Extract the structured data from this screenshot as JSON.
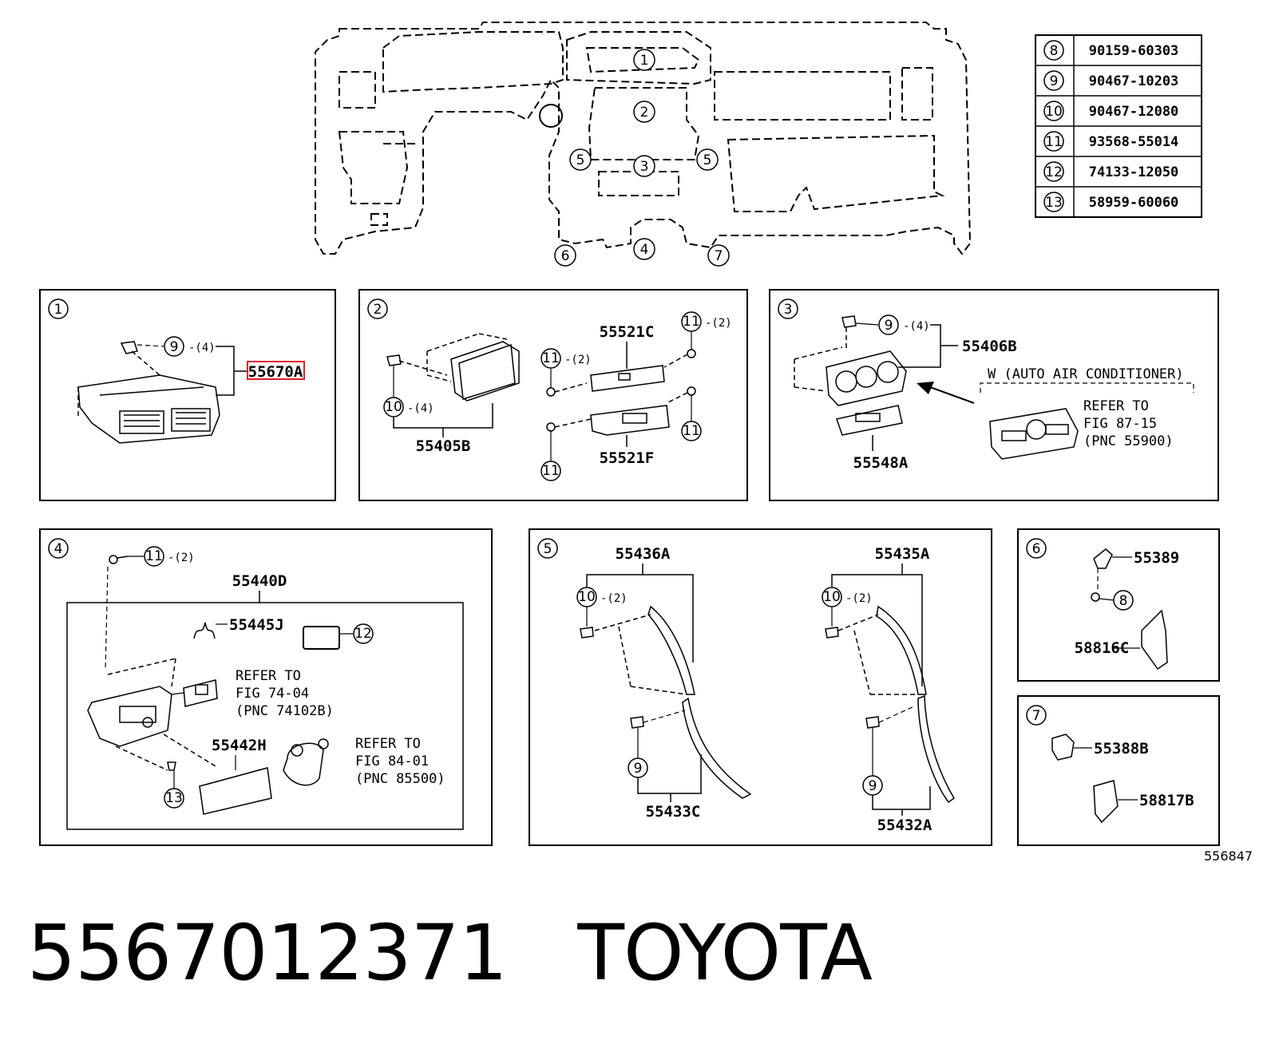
{
  "part_table": [
    {
      "callout": "8",
      "part_no": "90159-60303"
    },
    {
      "callout": "9",
      "part_no": "90467-10203"
    },
    {
      "callout": "10",
      "part_no": "90467-12080"
    },
    {
      "callout": "11",
      "part_no": "93568-55014"
    },
    {
      "callout": "12",
      "part_no": "74133-12050"
    },
    {
      "callout": "13",
      "part_no": "58959-60060"
    }
  ],
  "overview_callouts": [
    "1",
    "2",
    "3",
    "4",
    "5",
    "5",
    "6",
    "7"
  ],
  "panels": {
    "p1": {
      "num": "1",
      "c9": "9",
      "q9": "-(4)",
      "part": "55670A",
      "highlight_color": "#e0202a"
    },
    "p2": {
      "num": "2",
      "c10": "10",
      "q10": "-(4)",
      "c11a": "11",
      "q11a": "-(2)",
      "c11b": "11",
      "q11b": "-(2)",
      "c11c": "11",
      "c11d": "11",
      "p55405": "55405B",
      "p55521c": "55521C",
      "p55521f": "55521F"
    },
    "p3": {
      "num": "3",
      "c9": "9",
      "q9": "-(4)",
      "p55406": "55406B",
      "p55548": "55548A",
      "variant": "W (AUTO AIR CONDITIONER)",
      "ref1": "REFER TO",
      "ref2": "FIG 87-15",
      "ref3": "(PNC 55900)"
    },
    "p4": {
      "num": "4",
      "c11": "11",
      "q11": "-(2)",
      "p55440": "55440D",
      "p55445": "55445J",
      "c12": "12",
      "refa1": "REFER TO",
      "refa2": "FIG 74-04",
      "refa3": "(PNC 74102B)",
      "p55442": "55442H",
      "refb1": "REFER TO",
      "refb2": "FIG 84-01",
      "refb3": "(PNC 85500)",
      "c13": "13"
    },
    "p5": {
      "num": "5",
      "p55436": "55436A",
      "p55435": "55435A",
      "c10a": "10",
      "q10a": "-(2)",
      "c10b": "10",
      "q10b": "-(2)",
      "c9a": "9",
      "c9b": "9",
      "p55433": "55433C",
      "p55432": "55432A"
    },
    "p6": {
      "num": "6",
      "p55389": "55389",
      "c8": "8",
      "p58816": "58816C"
    },
    "p7": {
      "num": "7",
      "p55388": "55388B",
      "p58817": "58817B"
    }
  },
  "diagram_number": "556847",
  "footer": {
    "part_number": "5567012371",
    "brand": "TOYOTA"
  }
}
